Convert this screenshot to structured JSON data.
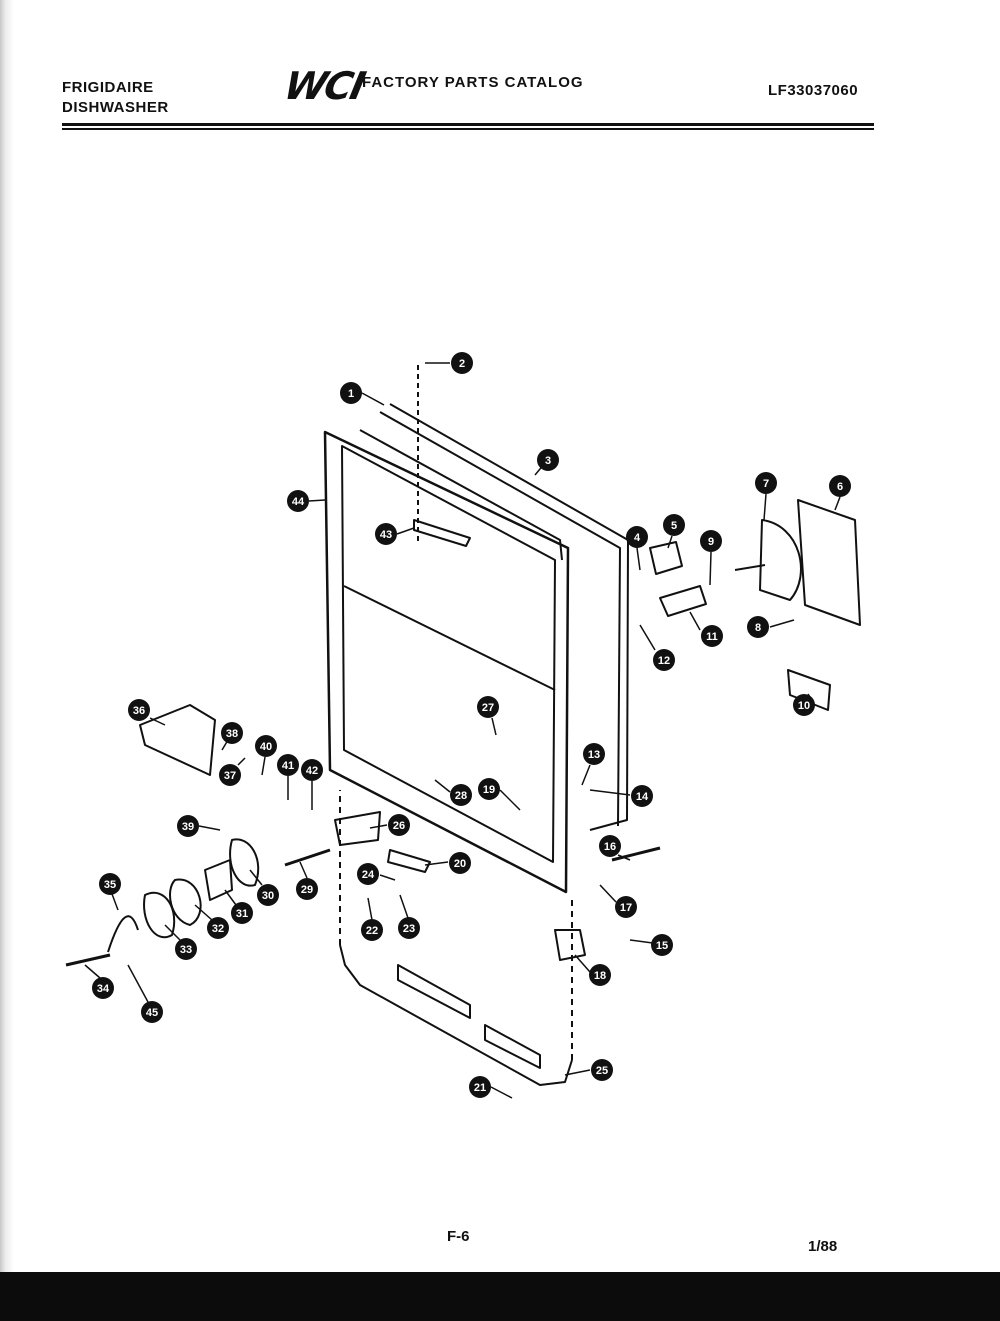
{
  "header": {
    "brand_line1": "FRIGIDAIRE",
    "brand_line2": "DISHWASHER",
    "logo_text": "WCI",
    "catalog_title": "FACTORY PARTS CATALOG",
    "model_number": "LF33037060"
  },
  "callouts": [
    "1",
    "2",
    "3",
    "4",
    "5",
    "6",
    "7",
    "8",
    "9",
    "10",
    "11",
    "12",
    "13",
    "14",
    "15",
    "16",
    "17",
    "18",
    "19",
    "20",
    "21",
    "22",
    "23",
    "24",
    "25",
    "26",
    "27",
    "28",
    "29",
    "30",
    "31",
    "32",
    "33",
    "34",
    "35",
    "36",
    "37",
    "38",
    "39",
    "40",
    "41",
    "42",
    "43",
    "44",
    "45"
  ],
  "footer": {
    "page": "F-6",
    "date": "1/88"
  }
}
